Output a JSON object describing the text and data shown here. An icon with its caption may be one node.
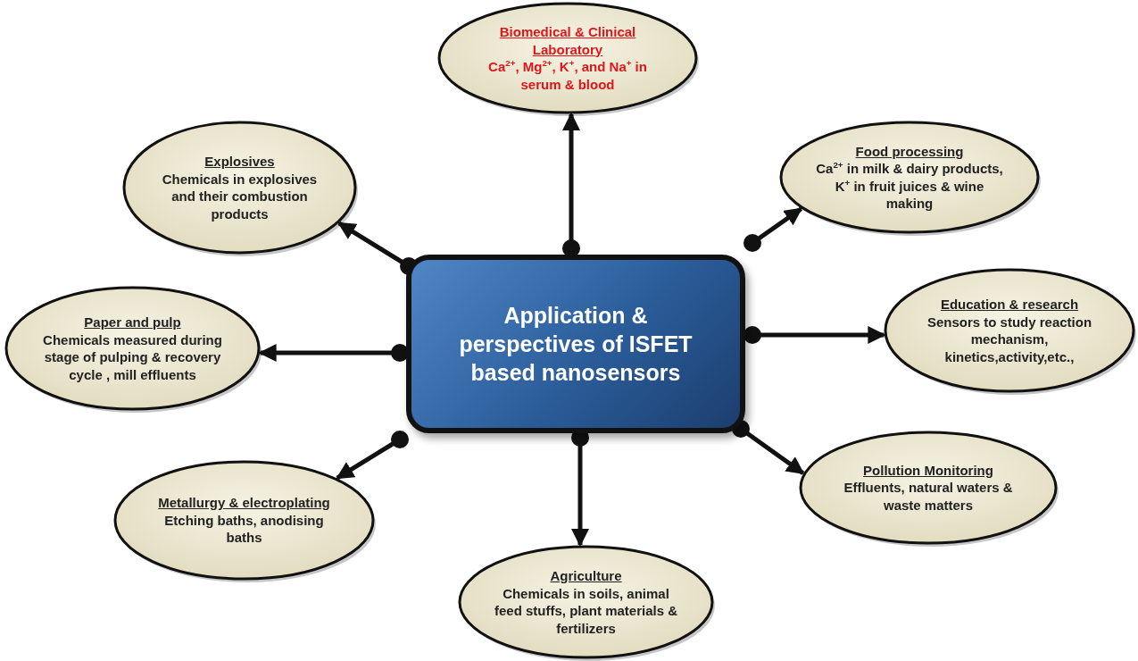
{
  "diagram": {
    "nodes": [
      {
        "text": [
          "Application & perspectives of ISFET based nanosensors"
        ]
      },
      {
        "text": [
          "Biomedical & Clinical Laboratory",
          "Ca$^{2+}$, Mg$^{2+}$, K$^{+}$, and Na$^{+}$ in serum & blood"
        ]
      },
      {
        "text": [
          "Food processing",
          "Ca$^{2+}$ in milk & dairy products, K$^{+}$ in fruit juices & wine making"
        ]
      },
      {
        "text": [
          "Education & research",
          "Sensors to study reaction mechanism, kinetics,activity,etc.,"
        ]
      },
      {
        "text": [
          "Pollution Monitoring",
          "Effluents, natural waters & waste matters"
        ]
      },
      {
        "text": [
          "Agriculture",
          "Chemicals in soils, animal feed stuffs, plant materials & fertilizers"
        ]
      },
      {
        "text": [
          "Metallurgy & electroplating",
          "Etching baths, anodising baths"
        ]
      },
      {
        "text": [
          "Paper and pulp",
          "Chemicals measured during stage of pulping & recovery cycle , mill effluents"
        ]
      },
      {
        "text": [
          "Explosives",
          "Chemicals in explosives and their combustion products"
        ]
      }
    ],
    "edges": [
      {
        "from": 0,
        "to": 1,
        "arrow": "to"
      },
      {
        "from": 0,
        "to": 2,
        "arrow": "to"
      },
      {
        "from": 0,
        "to": 3,
        "arrow": "to"
      },
      {
        "from": 0,
        "to": 4,
        "arrow": "to"
      },
      {
        "from": 0,
        "to": 5,
        "arrow": "to"
      },
      {
        "from": 0,
        "to": 6,
        "arrow": "to"
      },
      {
        "from": 0,
        "to": 7,
        "arrow": "to"
      },
      {
        "from": 0,
        "to": 8,
        "arrow": "to"
      }
    ]
  }
}
